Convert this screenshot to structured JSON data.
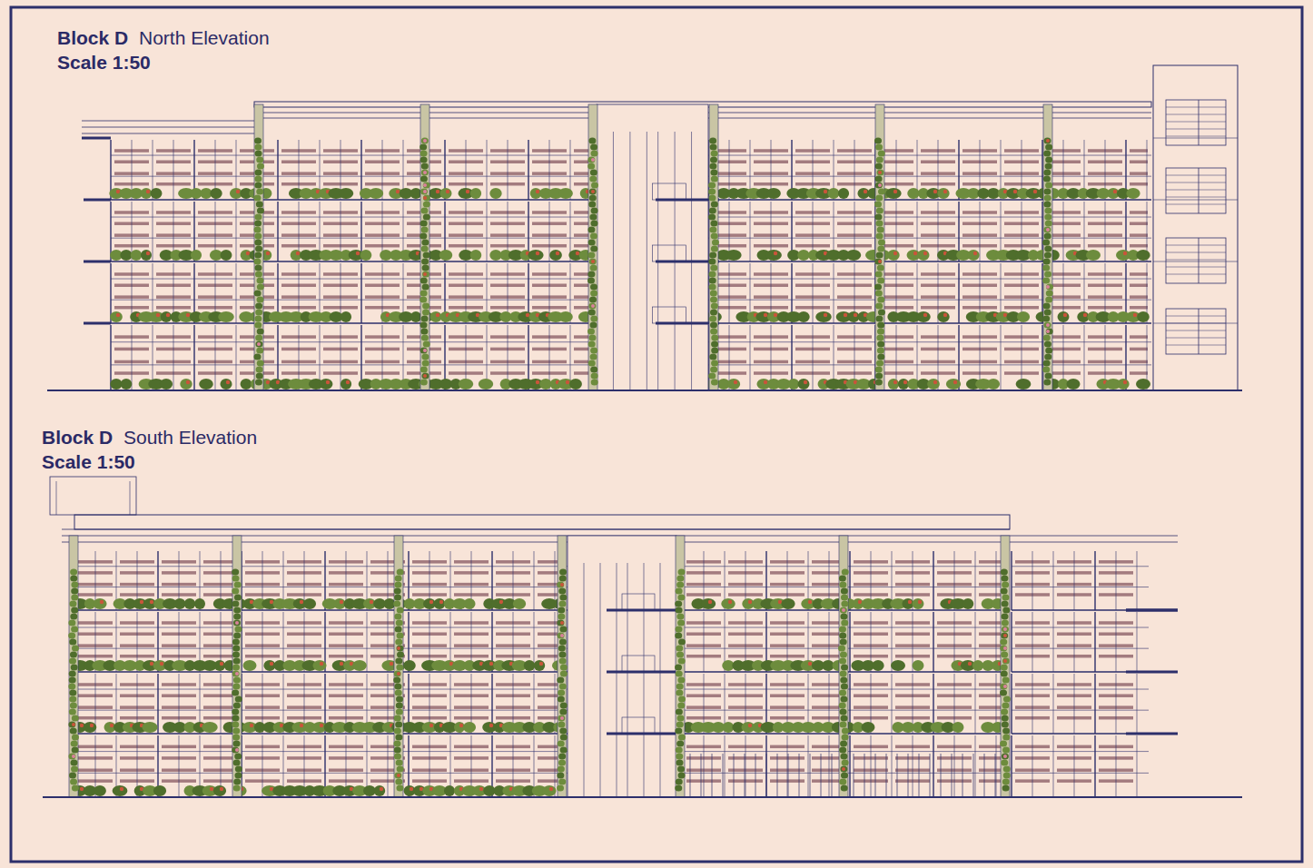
{
  "diagram": {
    "labels": [
      "Block D",
      "North Elevation",
      "Scale 1:50",
      "Block D",
      "South Elevation",
      "Scale 1:50"
    ]
  }
}
